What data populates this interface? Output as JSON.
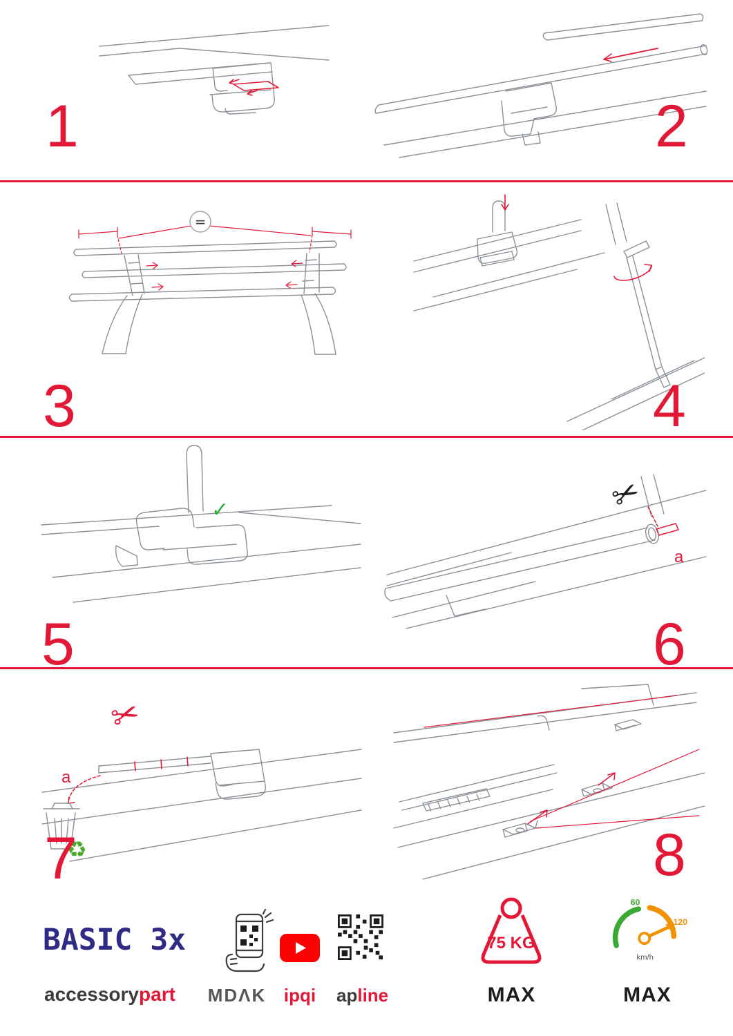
{
  "colors": {
    "accent_red": "#e31837",
    "brand_blue": "#2e2a85",
    "line_gray": "#8a9096",
    "green": "#3aaa35",
    "orange": "#f39200",
    "youtube_red": "#ff0000",
    "ink": "#1d1d1b"
  },
  "icons": {
    "scissors": "✂",
    "check": "✓",
    "recycle": "♻"
  },
  "steps": [
    {
      "number": "1"
    },
    {
      "number": "2"
    },
    {
      "number": "3",
      "equal": "="
    },
    {
      "number": "4"
    },
    {
      "number": "5"
    },
    {
      "number": "6",
      "part_label": "a"
    },
    {
      "number": "7",
      "part_label": "a"
    },
    {
      "number": "8"
    }
  ],
  "footer": {
    "product": "BASIC 3x",
    "brand": {
      "dark": "accessory",
      "red": "part"
    },
    "partners": {
      "mdak": "MDΛK",
      "ipqi": "ipqi",
      "apline_dark": "ap",
      "apline_red": "line"
    },
    "weight": {
      "value": "75 KG",
      "max": "MAX"
    },
    "speed": {
      "low": "60",
      "high": "120",
      "unit": "km/h",
      "max": "MAX"
    }
  }
}
